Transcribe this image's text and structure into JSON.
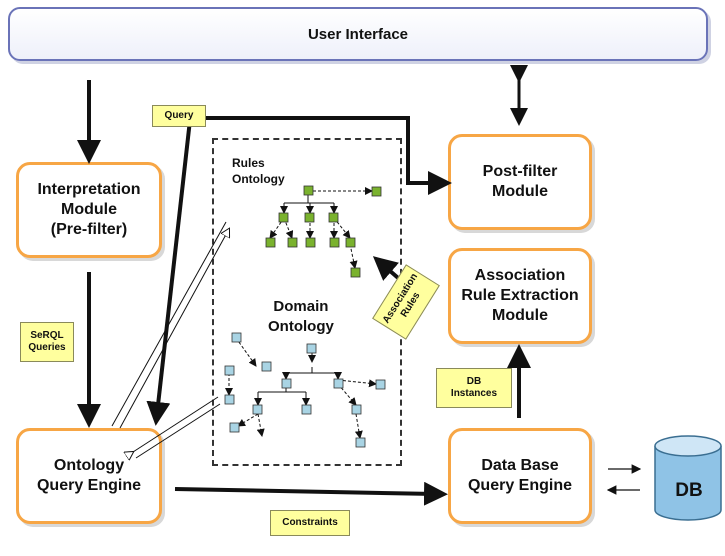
{
  "user_interface": {
    "label": "User Interface"
  },
  "modules": {
    "interpretation": "Interpretation\nModule\n(Pre-filter)",
    "post_filter": "Post-filter\nModule",
    "association": "Association\nRule Extraction\nModule",
    "ontology_query": "Ontology\nQuery Engine",
    "db_query": "Data Base\nQuery Engine"
  },
  "notes": {
    "query": "Query",
    "serql": "SeRQL\nQueries",
    "db_instances": "DB\nInstances",
    "association_rules": "Association\nRules",
    "constraints": "Constraints"
  },
  "ontologies": {
    "rules": "Rules\nOntology",
    "domain": "Domain\nOntology"
  },
  "database": {
    "label": "DB"
  },
  "colors": {
    "module_border": "#f7a645",
    "ui_border": "#6a73b8",
    "note_fill": "#ffff9e",
    "rules_node": "#7ab22e",
    "domain_node": "#a9d4e4",
    "db_fill": "#8fc3e6"
  }
}
